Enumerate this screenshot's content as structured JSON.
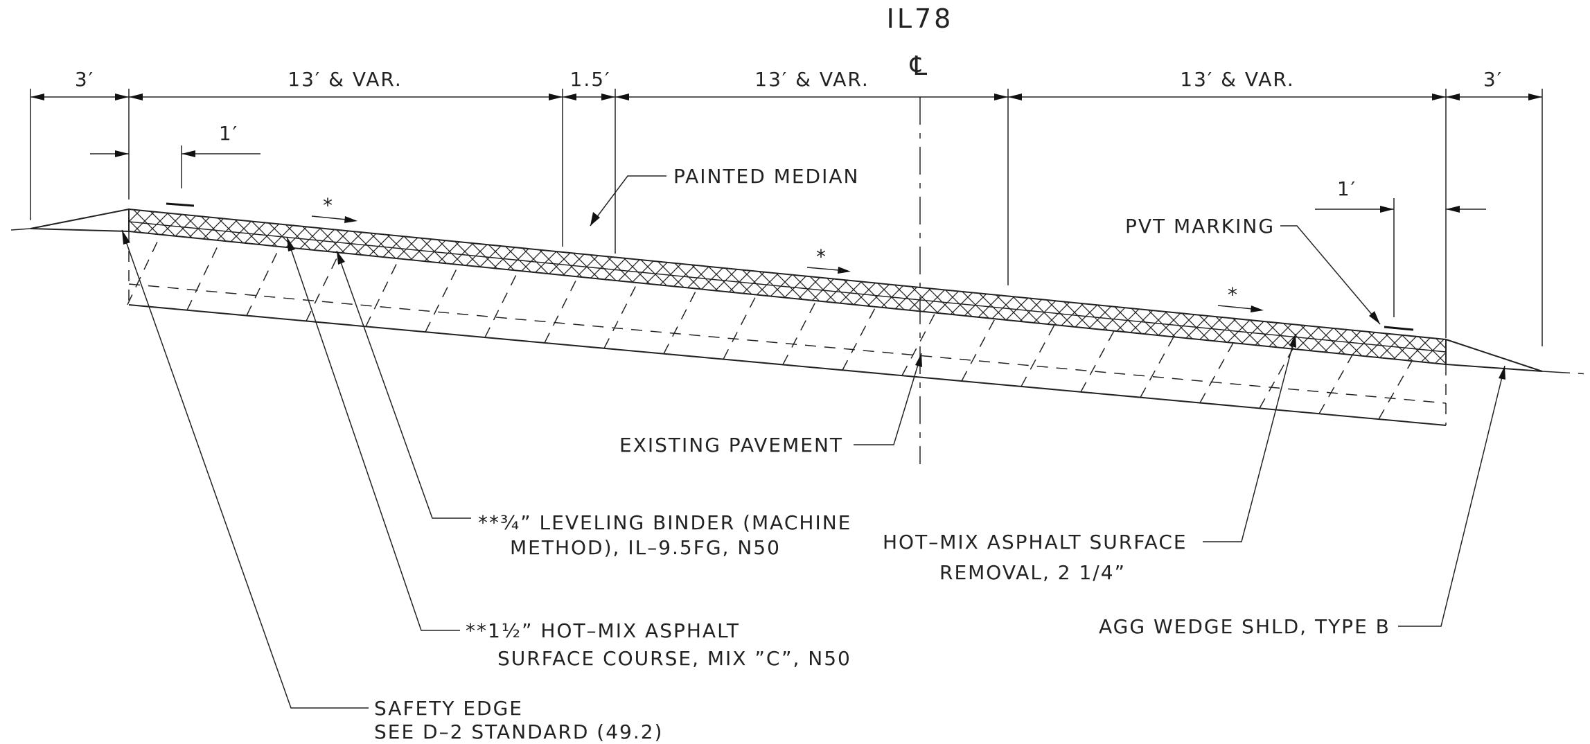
{
  "route": "IL78",
  "centerline_symbol": "℄",
  "dimensions": {
    "left_shoulder": "3′",
    "left_lane": "13′ & VAR.",
    "median_gap": "1.5′",
    "center_lane": "13′ & VAR.",
    "right_lane": "13′ & VAR.",
    "right_shoulder": "3′",
    "left_offset": "1′",
    "right_offset": "1′"
  },
  "asterisk": "*",
  "callouts": {
    "painted_median": "PAINTED MEDIAN",
    "pvt_marking": "PVT MARKING",
    "existing_pavement": "EXISTING PAVEMENT",
    "leveling_binder_1": "**¾” LEVELING BINDER (MACHINE",
    "leveling_binder_2": "METHOD), IL–9.5FG, N50",
    "surface_course_1": "**1½” HOT–MIX ASPHALT",
    "surface_course_2": "SURFACE COURSE, MIX ”C”, N50",
    "safety_edge_1": "SAFETY EDGE",
    "safety_edge_2": "SEE D–2 STANDARD (49.2)",
    "hma_removal_1": "HOT–MIX ASPHALT SURFACE",
    "hma_removal_2": "REMOVAL, 2 1/4”",
    "agg_wedge": "AGG WEDGE SHLD, TYPE B"
  }
}
